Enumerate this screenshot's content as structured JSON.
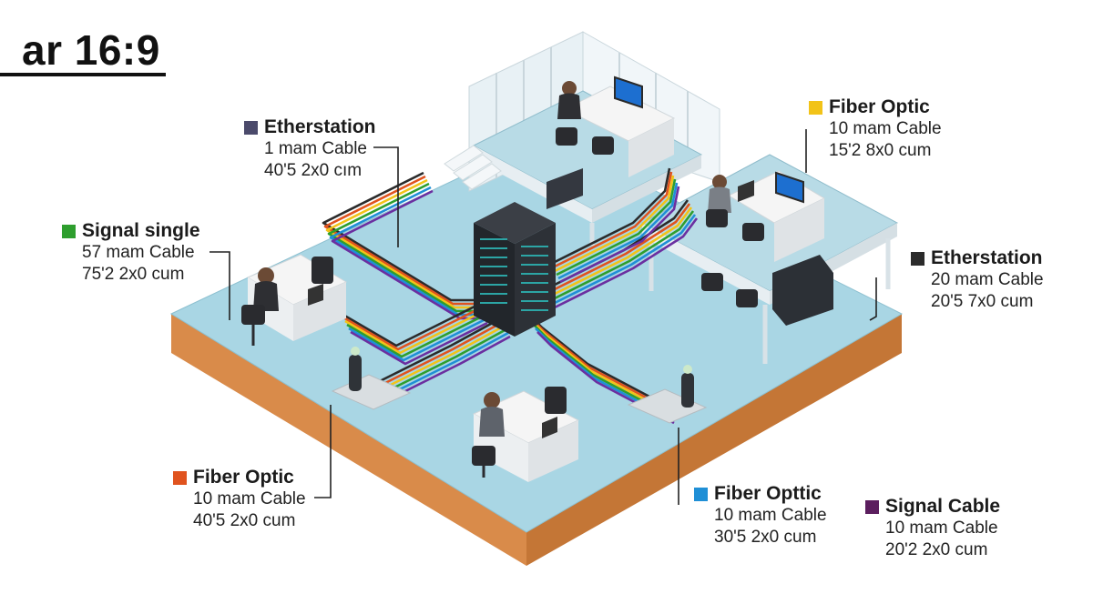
{
  "title": "ar 16:9",
  "labels": [
    {
      "id": "etherstation-1",
      "name": "Etherstation",
      "color": "#4b4a6b",
      "line1": "1 mam Cable",
      "line2": "40'5 2x0 cım"
    },
    {
      "id": "signal-single",
      "name": "Signal single",
      "color": "#2e9e2e",
      "line1": "57 mam Cable",
      "line2": "75'2 2x0 cum"
    },
    {
      "id": "fiber-optic-yellow",
      "name": "Fiber Optic",
      "color": "#f2c318",
      "line1": "10 mam Cable",
      "line2": "15'2 8x0 cum"
    },
    {
      "id": "etherstation-2",
      "name": "Etherstation",
      "color": "#2b2b2b",
      "line1": "20 mam Cable",
      "line2": "20'5 7x0 cum"
    },
    {
      "id": "fiber-optic-orange",
      "name": "Fiber Optic",
      "color": "#e0531e",
      "line1": "10 mam Cable",
      "line2": "40'5 2x0 cum"
    },
    {
      "id": "fiber-optic-blue",
      "name": "Fiber Opttic",
      "color": "#1f8fd6",
      "line1": "10 mam Cable",
      "line2": "30'5 2x0 cum"
    },
    {
      "id": "signal-cable",
      "name": "Signal Cable",
      "color": "#5b1e5e",
      "line1": "10 mam Cable",
      "line2": "20'2 2x0 cum"
    }
  ],
  "cable_colors": [
    "#2b2b2b",
    "#e0531e",
    "#f2c318",
    "#2e9e2e",
    "#1f8fd6",
    "#6b2fa0"
  ],
  "icons": [
    "server-rack-icon",
    "desk-icon",
    "office-chair-icon",
    "monitor-icon",
    "worker-icon",
    "router-icon",
    "cabinet-icon"
  ]
}
